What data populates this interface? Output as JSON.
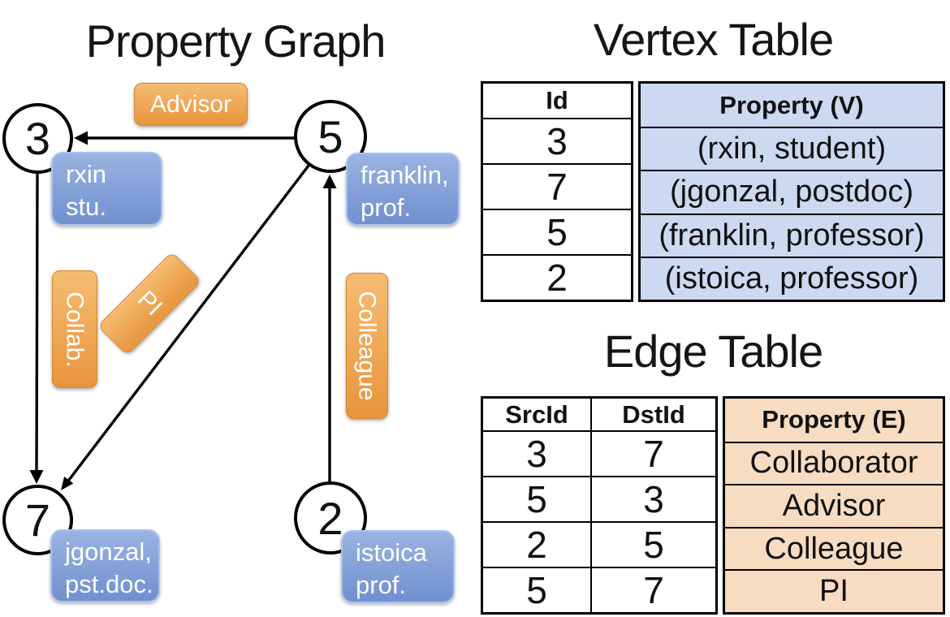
{
  "graph": {
    "title": "Property Graph",
    "nodes": [
      {
        "id": "3",
        "label_line1": "rxin",
        "label_line2": "stu."
      },
      {
        "id": "5",
        "label_line1": "franklin,",
        "label_line2": "prof."
      },
      {
        "id": "7",
        "label_line1": "jgonzal,",
        "label_line2": "pst.doc."
      },
      {
        "id": "2",
        "label_line1": "istoica",
        "label_line2": "prof."
      }
    ],
    "edge_labels": {
      "advisor": "Advisor",
      "collab": "Collab.",
      "pi": "PI",
      "colleague": "Colleague"
    }
  },
  "vertex_table": {
    "title": "Vertex Table",
    "columns": [
      "Id",
      "Property (V)"
    ],
    "rows": [
      [
        "3",
        "(rxin, student)"
      ],
      [
        "7",
        "(jgonzal, postdoc)"
      ],
      [
        "5",
        "(franklin, professor)"
      ],
      [
        "2",
        "(istoica, professor)"
      ]
    ]
  },
  "edge_table": {
    "title": "Edge Table",
    "columns": [
      "SrcId",
      "DstId",
      "Property (E)"
    ],
    "rows": [
      [
        "3",
        "7",
        "Collaborator"
      ],
      [
        "5",
        "3",
        "Advisor"
      ],
      [
        "2",
        "5",
        "Colleague"
      ],
      [
        "5",
        "7",
        "PI"
      ]
    ]
  },
  "colors": {
    "edge_label_orange_top": "#f4bd72",
    "edge_label_orange_bottom": "#e9943c",
    "vertex_label_blue_top": "#9ab3e2",
    "vertex_label_blue_bottom": "#7190d0",
    "vertex_cell_blue": "#ccd9f1",
    "edge_cell_orange": "#f7dcc2",
    "line_black": "#000000"
  }
}
